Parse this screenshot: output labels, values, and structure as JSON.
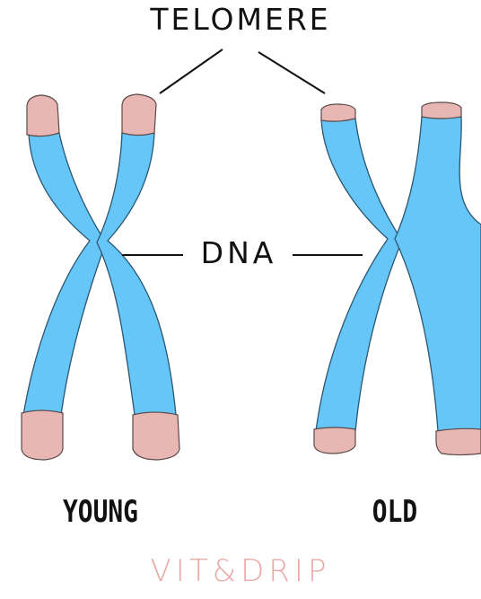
{
  "diagram": {
    "title": "TELOMERE",
    "center_label": "DNA",
    "left_label": "YOUNG",
    "right_label": "OLD",
    "brand": "VIT&DRIP"
  },
  "colors": {
    "chromatid": "#66c6f7",
    "telomere": "#e8b7b4",
    "brand": "#e8a9a7",
    "text": "#111111"
  }
}
